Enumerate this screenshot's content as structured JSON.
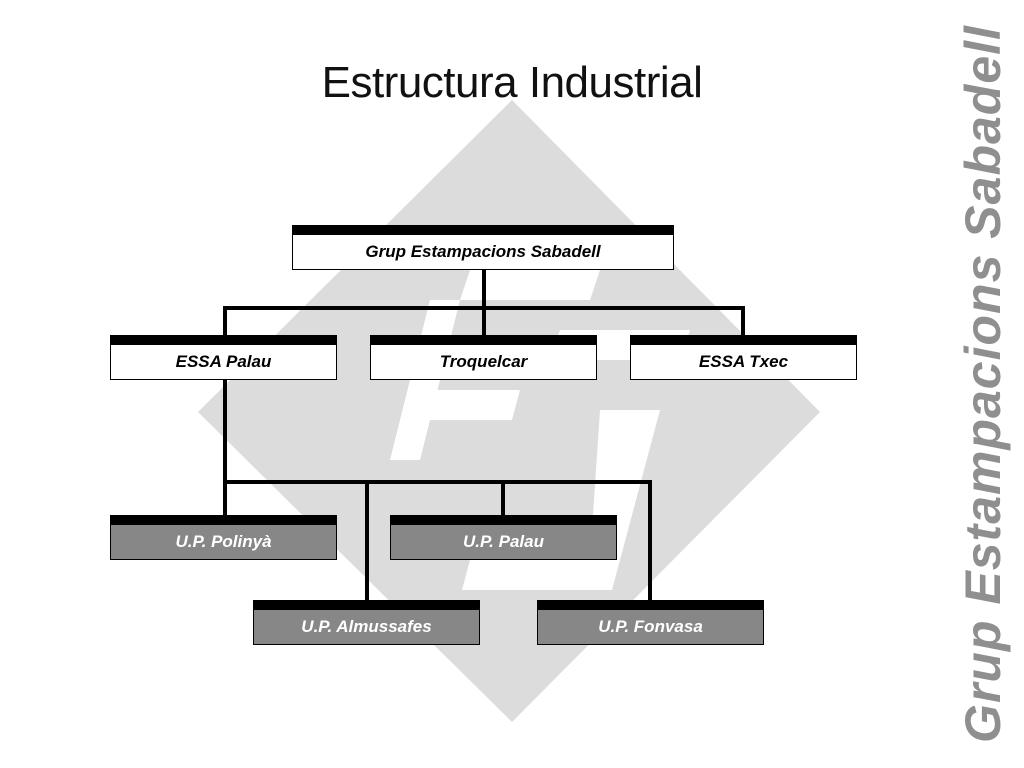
{
  "title": "Estructura Industrial",
  "side_brand": "Grup Estampacions Sabadell",
  "colors": {
    "background": "#ffffff",
    "watermark_light": "#dcdcdc",
    "unit_box_fill": "#878787",
    "side_brand_text": "#8f8f8f",
    "lines": "#000000"
  },
  "org": {
    "root": {
      "label": "Grup Estampacions Sabadell"
    },
    "companies": [
      {
        "label": "ESSA Palau"
      },
      {
        "label": "Troquelcar"
      },
      {
        "label": "ESSA Txec"
      }
    ],
    "units": [
      {
        "label": "U.P. Polinyà",
        "parent": "ESSA Palau"
      },
      {
        "label": "U.P. Palau",
        "parent": "ESSA Palau"
      },
      {
        "label": "U.P. Almussafes",
        "parent": "ESSA Palau"
      },
      {
        "label": "U.P. Fonvasa",
        "parent": "ESSA Palau"
      }
    ]
  }
}
